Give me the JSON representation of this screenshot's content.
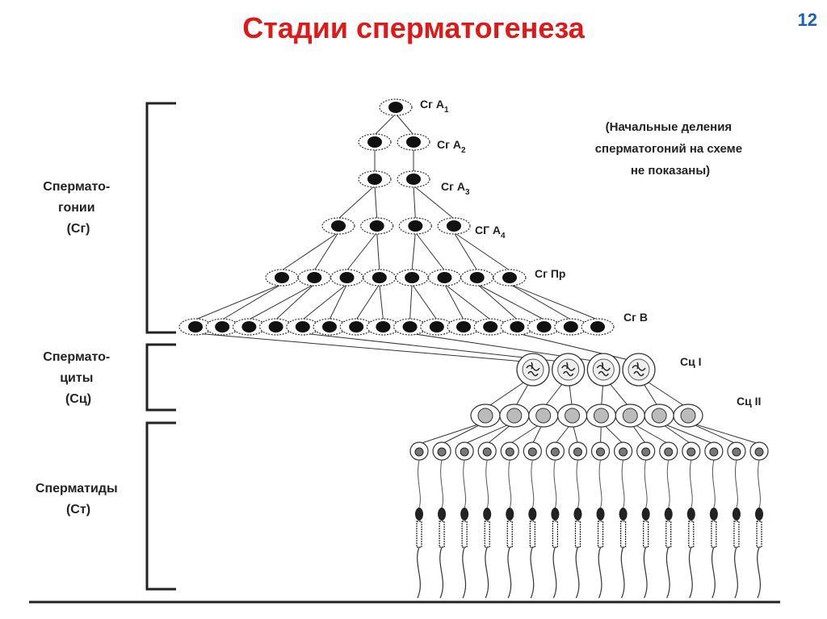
{
  "title": "Стадии сперматогенеза",
  "page_number": "12",
  "colors": {
    "title": "#e01818",
    "page_number": "#1c5fb8",
    "ink": "#222222"
  },
  "note": [
    "(Начальные деления",
    "сперматогоний на схеме",
    "не показаны)"
  ],
  "groups": [
    {
      "lines": [
        "Спермато-",
        "гонии",
        "(Сг)"
      ]
    },
    {
      "lines": [
        "Спермато-",
        "циты",
        "(Сц)"
      ]
    },
    {
      "lines": [
        "Сперматиды",
        "(Ст)"
      ]
    }
  ],
  "stages": [
    {
      "label": "Сг А",
      "sub": "1",
      "cells": 1
    },
    {
      "label": "Сг А",
      "sub": "2",
      "cells": 2
    },
    {
      "label": "Сг А",
      "sub": "3",
      "cells": 2
    },
    {
      "label": "СГ А",
      "sub": "4",
      "cells": 4
    },
    {
      "label": "Сг Пр",
      "sub": "",
      "cells": 8
    },
    {
      "label": "Сг В",
      "sub": "",
      "cells": 16
    },
    {
      "label": "Сц I",
      "sub": "",
      "cells": 4
    },
    {
      "label": "Сц II",
      "sub": "",
      "cells": 8
    },
    {
      "label": "",
      "sub": "",
      "cells": 16
    }
  ]
}
